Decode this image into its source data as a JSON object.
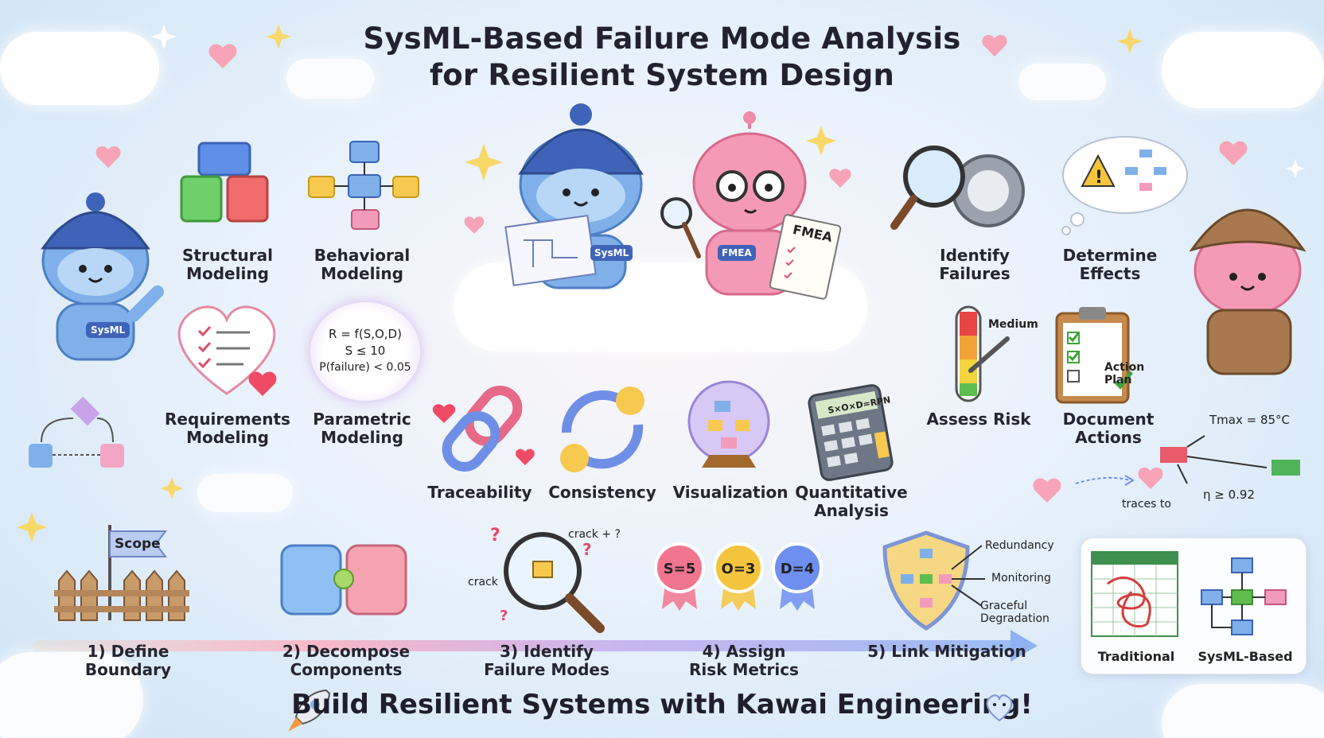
{
  "title": {
    "line1": "SysML-Based Failure Mode Analysis",
    "line2": "for Resilient System Design"
  },
  "mascots": {
    "left_badge": "SysML",
    "center_blue_badge": "SysML",
    "center_pink_badge": "FMEA",
    "center_doc_title": "FMEA"
  },
  "modeling": {
    "structural": [
      "Structural",
      "Modeling"
    ],
    "behavioral": [
      "Behavioral",
      "Modeling"
    ],
    "requirements": [
      "Requirements",
      "Modeling"
    ],
    "parametric": [
      "Parametric",
      "Modeling"
    ],
    "parametric_equations": [
      "R = f(S,O,D)",
      "S ≤ 10",
      "P(failure) < 0.05"
    ]
  },
  "benefits": {
    "traceability": "Traceability",
    "consistency": "Consistency",
    "visualization": "Visualization",
    "quantitative": [
      "Quantitative",
      "Analysis"
    ],
    "calculator_display": "S×O×D=RPN"
  },
  "fmea_steps": {
    "identify": [
      "Identify",
      "Failures"
    ],
    "effects": [
      "Determine",
      "Effects"
    ],
    "assess": "Assess Risk",
    "assess_gauge": "Medium",
    "document": [
      "Document",
      "Actions"
    ],
    "action_plan": [
      "Action",
      "Plan"
    ]
  },
  "trace_diagram": {
    "tmax": "Tmax = 85°C",
    "eta": "η ≥ 0.92",
    "traces_to": "traces to"
  },
  "process": {
    "scope_flag": "Scope",
    "steps": [
      [
        "1) Define Boundary"
      ],
      [
        "2) Decompose",
        "Components"
      ],
      [
        "3) Identify",
        "Failure Modes"
      ],
      [
        "4) Assign",
        "Risk Metrics"
      ],
      [
        "5) Link Mitigation"
      ]
    ],
    "crack_labels": [
      "crack",
      "crack + ?"
    ],
    "metrics": [
      {
        "label": "S=5",
        "color": "#f2758f"
      },
      {
        "label": "O=3",
        "color": "#f4c53c"
      },
      {
        "label": "D=4",
        "color": "#6f8ff0"
      }
    ],
    "mitigations": [
      "Redundancy",
      "Monitoring",
      "Graceful",
      "Degradation"
    ]
  },
  "comparison": {
    "traditional": "Traditional",
    "sysml": "SysML-Based"
  },
  "footer": "Build Resilient Systems with Kawai Engineering!"
}
